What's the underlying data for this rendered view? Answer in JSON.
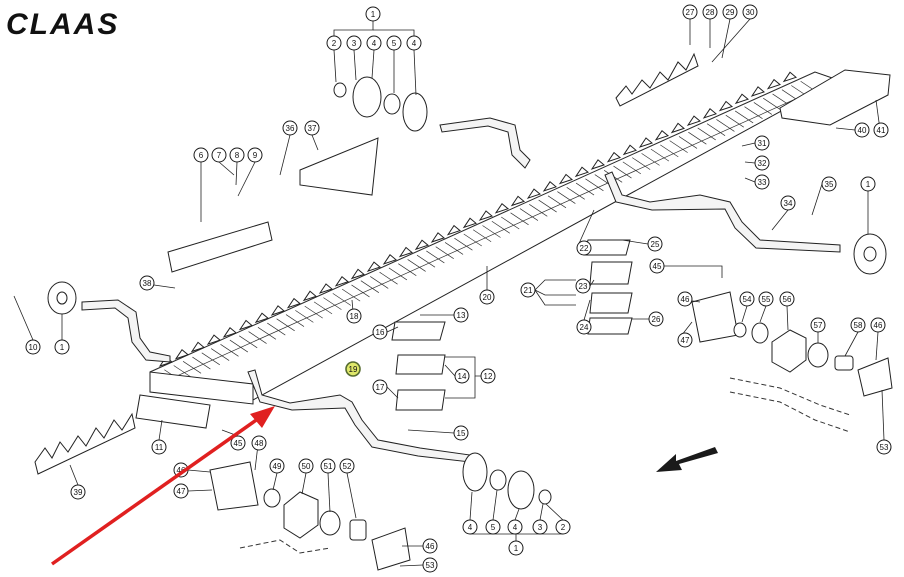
{
  "logo": {
    "text": "CLAAS"
  },
  "diagram": {
    "highlighted_part": "19",
    "arrow_color": "#e02020",
    "highlight_color": "#dfe86a"
  },
  "callouts": [
    {
      "id": "c1a",
      "label": "1"
    },
    {
      "id": "c2a",
      "label": "2"
    },
    {
      "id": "c3a",
      "label": "3"
    },
    {
      "id": "c4a",
      "label": "4"
    },
    {
      "id": "c5a",
      "label": "5"
    },
    {
      "id": "c4b",
      "label": "4"
    },
    {
      "id": "c27",
      "label": "27"
    },
    {
      "id": "c28",
      "label": "28"
    },
    {
      "id": "c29",
      "label": "29"
    },
    {
      "id": "c30",
      "label": "30"
    },
    {
      "id": "c36",
      "label": "36"
    },
    {
      "id": "c37",
      "label": "37"
    },
    {
      "id": "c6",
      "label": "6"
    },
    {
      "id": "c7",
      "label": "7"
    },
    {
      "id": "c8",
      "label": "8"
    },
    {
      "id": "c9",
      "label": "9"
    },
    {
      "id": "c40",
      "label": "40"
    },
    {
      "id": "c41",
      "label": "41"
    },
    {
      "id": "c31",
      "label": "31"
    },
    {
      "id": "c32",
      "label": "32"
    },
    {
      "id": "c33",
      "label": "33"
    },
    {
      "id": "c35",
      "label": "35"
    },
    {
      "id": "c1b",
      "label": "1"
    },
    {
      "id": "c34",
      "label": "34"
    },
    {
      "id": "c22",
      "label": "22"
    },
    {
      "id": "c25",
      "label": "25"
    },
    {
      "id": "c45a",
      "label": "45"
    },
    {
      "id": "c20",
      "label": "20"
    },
    {
      "id": "c21",
      "label": "21"
    },
    {
      "id": "c23",
      "label": "23"
    },
    {
      "id": "c24",
      "label": "24"
    },
    {
      "id": "c26",
      "label": "26"
    },
    {
      "id": "c46a",
      "label": "46"
    },
    {
      "id": "c54",
      "label": "54"
    },
    {
      "id": "c55",
      "label": "55"
    },
    {
      "id": "c56",
      "label": "56"
    },
    {
      "id": "c47a",
      "label": "47"
    },
    {
      "id": "c57",
      "label": "57"
    },
    {
      "id": "c58",
      "label": "58"
    },
    {
      "id": "c46b",
      "label": "46"
    },
    {
      "id": "c53a",
      "label": "53"
    },
    {
      "id": "c38",
      "label": "38"
    },
    {
      "id": "c10",
      "label": "10"
    },
    {
      "id": "c1c",
      "label": "1"
    },
    {
      "id": "c13",
      "label": "13"
    },
    {
      "id": "c16",
      "label": "16"
    },
    {
      "id": "c18",
      "label": "18"
    },
    {
      "id": "c19",
      "label": "19"
    },
    {
      "id": "c14",
      "label": "14"
    },
    {
      "id": "c12",
      "label": "12"
    },
    {
      "id": "c17",
      "label": "17"
    },
    {
      "id": "c15",
      "label": "15"
    },
    {
      "id": "c11",
      "label": "11"
    },
    {
      "id": "c39",
      "label": "39"
    },
    {
      "id": "c45b",
      "label": "45"
    },
    {
      "id": "c48",
      "label": "48"
    },
    {
      "id": "c46c",
      "label": "46"
    },
    {
      "id": "c47b",
      "label": "47"
    },
    {
      "id": "c49",
      "label": "49"
    },
    {
      "id": "c50",
      "label": "50"
    },
    {
      "id": "c51",
      "label": "51"
    },
    {
      "id": "c52",
      "label": "52"
    },
    {
      "id": "c46d",
      "label": "46"
    },
    {
      "id": "c53b",
      "label": "53"
    },
    {
      "id": "c4c",
      "label": "4"
    },
    {
      "id": "c5b",
      "label": "5"
    },
    {
      "id": "c4d",
      "label": "4"
    },
    {
      "id": "c3b",
      "label": "3"
    },
    {
      "id": "c2b",
      "label": "2"
    },
    {
      "id": "c1d",
      "label": "1"
    }
  ]
}
